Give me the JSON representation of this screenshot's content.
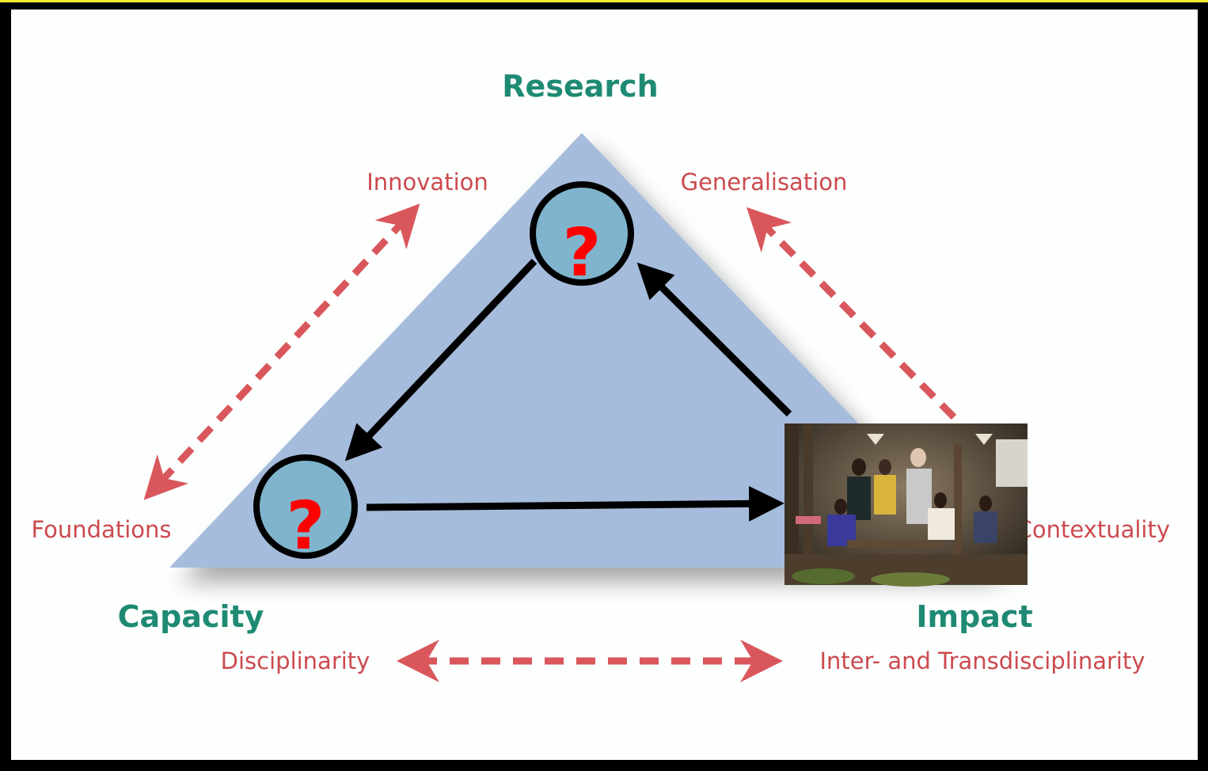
{
  "corners": {
    "top": "Research",
    "left": "Capacity",
    "right": "Impact"
  },
  "side_labels": {
    "top_left": "Innovation",
    "left": "Foundations",
    "top_right": "Generalisation",
    "right": "Contextuality",
    "bottom_left": "Disciplinarity",
    "bottom_right": "Inter- and Transdisciplinarity"
  },
  "markers": {
    "top": "?",
    "left": "?"
  },
  "colors": {
    "frame": "#000000",
    "yellow_edge": "#f2ee2e",
    "background": "#fdfefe",
    "triangle_fill": "#a6bcdc",
    "corner_text": "#1f8a74",
    "side_text": "#cc4a4f",
    "dashed_arrow": "#d9575c",
    "circle_fill": "#7fb4cc",
    "question_mark": "#ff0000"
  }
}
